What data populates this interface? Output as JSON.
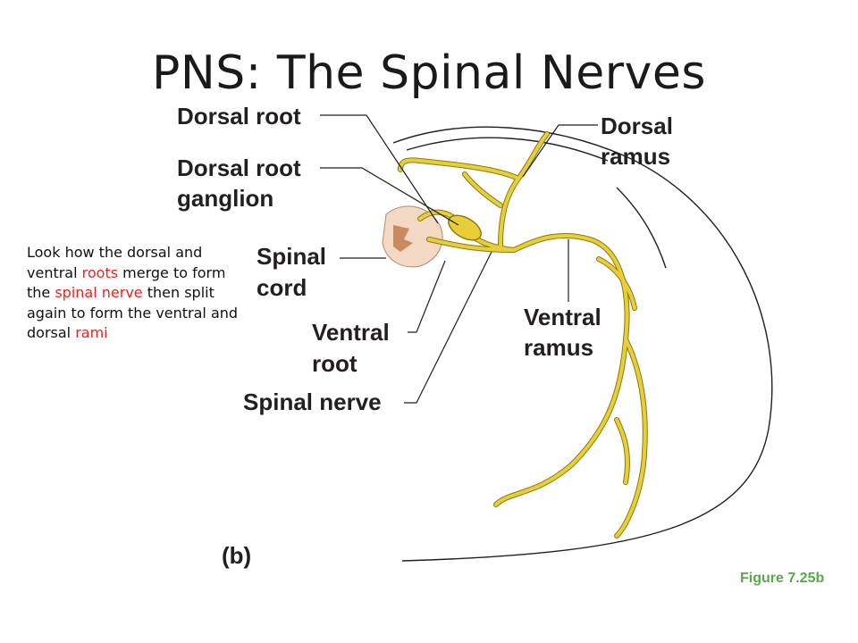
{
  "slide": {
    "title": "PNS: The Spinal Nerves"
  },
  "diagram": {
    "labels": {
      "dorsal_root": "Dorsal root",
      "drg_line1": "Dorsal root",
      "drg_line2": "ganglion",
      "spinal_cord_line1": "Spinal",
      "spinal_cord_line2": "cord",
      "ventral_root_line1": "Ventral",
      "ventral_root_line2": "root",
      "spinal_nerve": "Spinal nerve",
      "dorsal_ramus_line1": "Dorsal",
      "dorsal_ramus_line2": "ramus",
      "ventral_ramus_line1": "Ventral",
      "ventral_ramus_line2": "ramus",
      "panel": "(b)"
    },
    "colors": {
      "nerve": "#e8cf3a",
      "nerve_outline": "#8a7a10",
      "cord_tissue": "#f3d9c4",
      "cord_gray": "#c98a5e",
      "leader": "#231f20"
    }
  },
  "note": {
    "t1": "Look how the dorsal and ventral ",
    "h1": "roots",
    "t2": " merge to form the ",
    "h2": "spinal nerve",
    "t3": " then split again to form the ventral and dorsal ",
    "h3": "rami"
  },
  "figure_caption": "Figure 7.25b"
}
